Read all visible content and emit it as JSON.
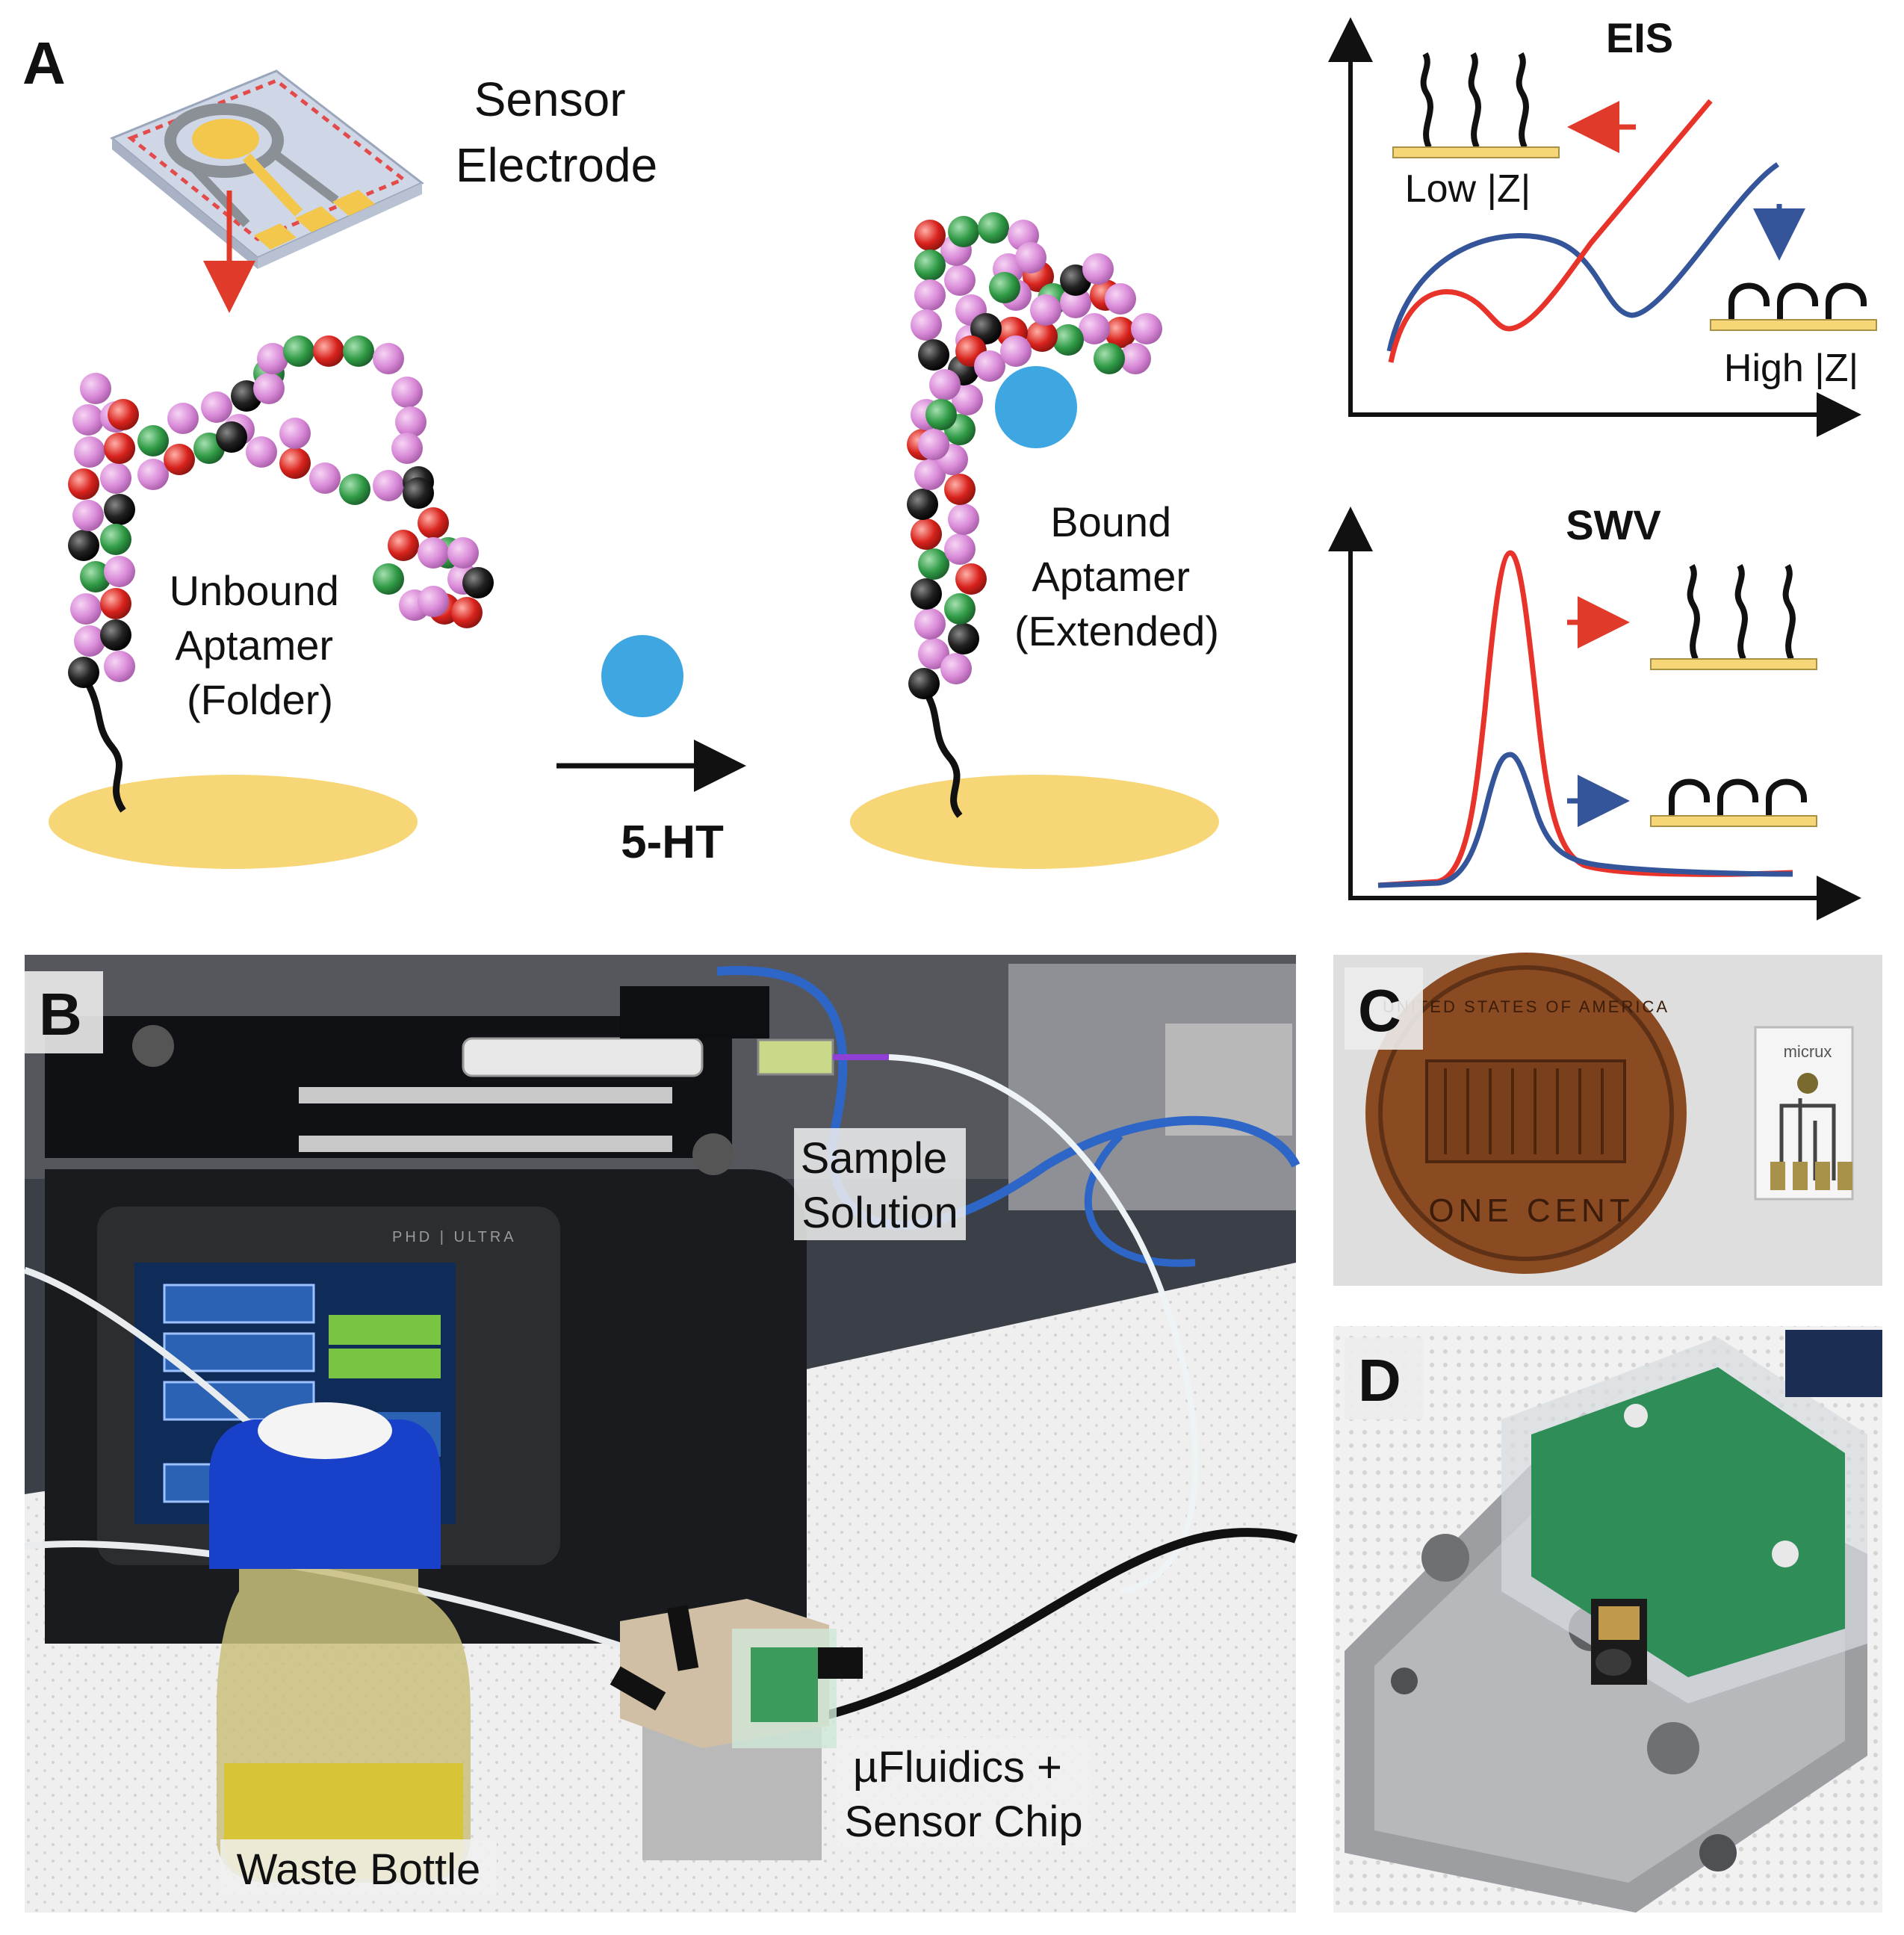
{
  "panels": {
    "a": {
      "letter": "A",
      "sensor_electrode": [
        "Sensor",
        "Electrode"
      ],
      "unbound_aptamer": [
        "Unbound",
        "Aptamer",
        "(Folder)"
      ],
      "bound_aptamer": [
        "Bound",
        "Aptamer",
        "(Extended)"
      ],
      "target": "5-HT",
      "eis": {
        "title": "EIS",
        "low_label": "Low |Z|",
        "high_label": "High |Z|"
      },
      "swv": {
        "title": "SWV"
      }
    },
    "b": {
      "letter": "B",
      "sample_solution": [
        "Sample",
        "Solution"
      ],
      "waste_bottle": "Waste Bottle",
      "fluidics": [
        "µFluidics +",
        "Sensor Chip"
      ],
      "pump_brand": "PHD | ULTRA"
    },
    "c": {
      "letter": "C",
      "coin_text": "ONE CENT",
      "coin_top": "UNITED STATES OF AMERICA",
      "chip_brand": "micrux"
    },
    "d": {
      "letter": "D"
    }
  },
  "colors": {
    "bead_pink": "#d98ad8",
    "bead_green": "#2f9a45",
    "bead_red": "#d8221c",
    "bead_black": "#111111",
    "gold": "#f6d676",
    "target_blue": "#3ea7e2",
    "curve_red": "#e8332a",
    "curve_blue": "#35559b",
    "arrow_red": "#e03a2a"
  }
}
